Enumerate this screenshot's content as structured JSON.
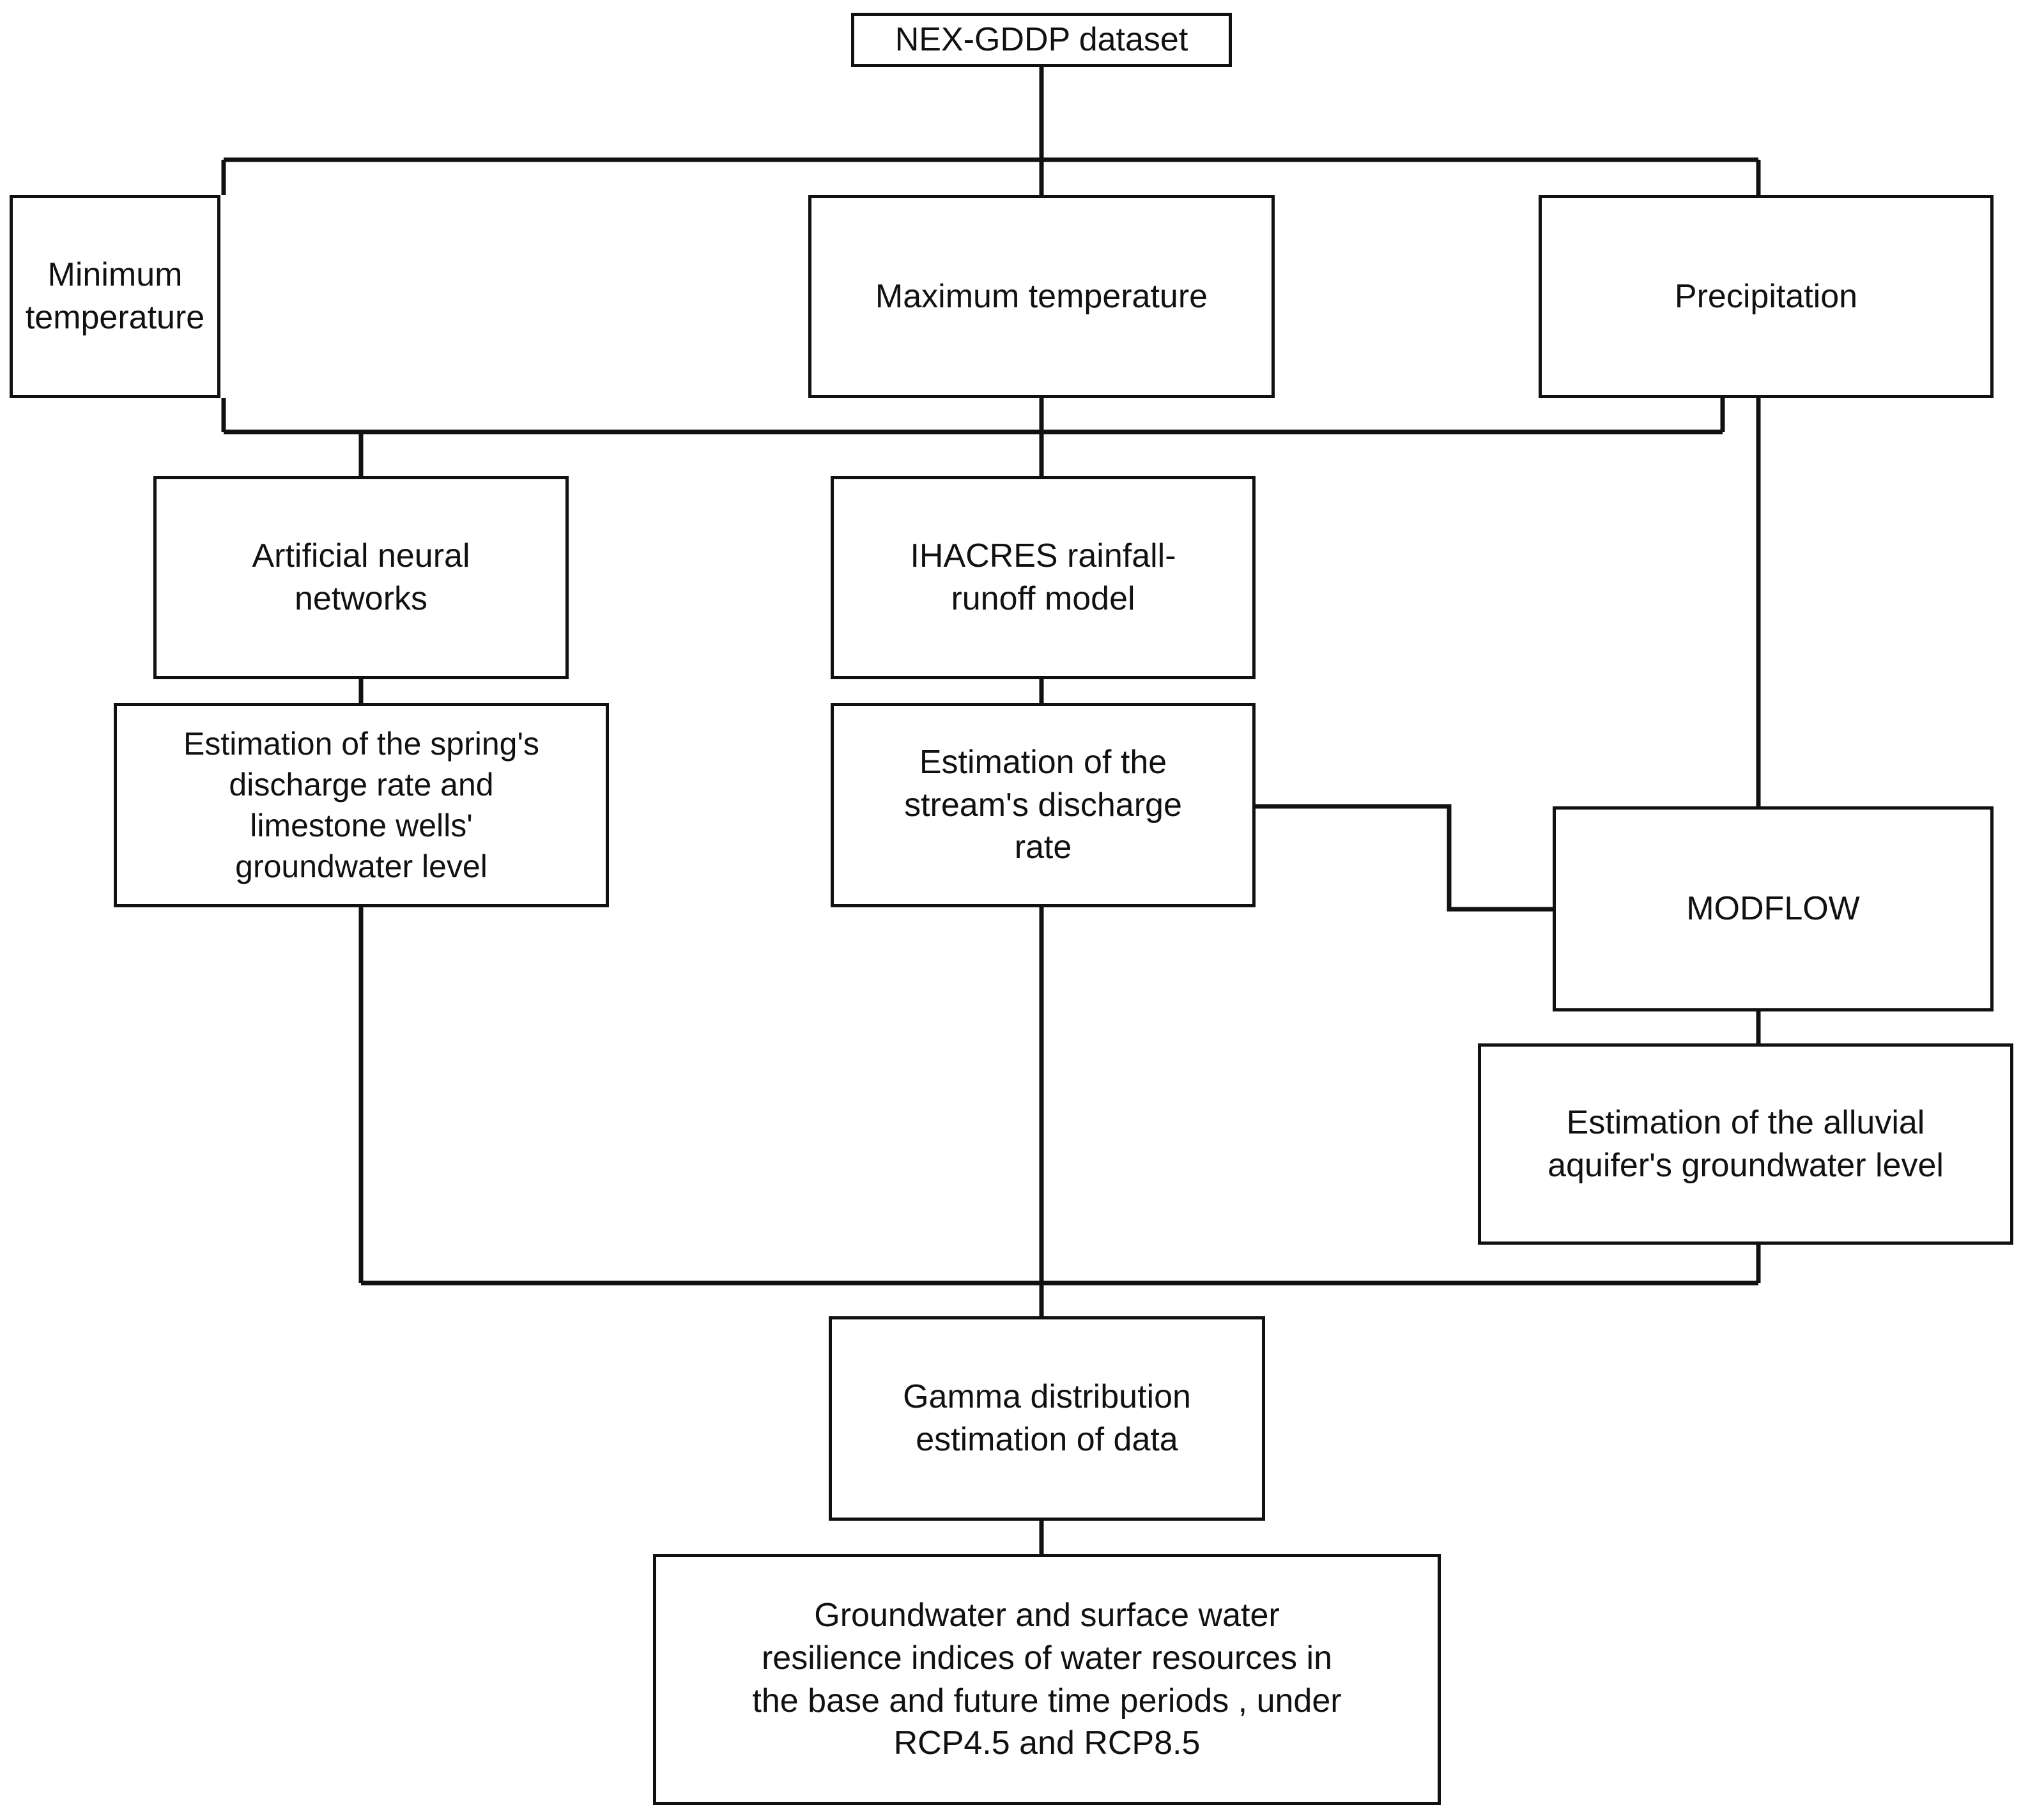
{
  "diagram": {
    "title": "Water resources modelling workflow flowchart",
    "background_color": "#ffffff",
    "line_color": "#111111",
    "text_color": "#111111",
    "nodes": {
      "dataset": "NEX-GDDP dataset",
      "min_temp": "Minimum temperature",
      "max_temp": "Maximum temperature",
      "precipitation": "Precipitation",
      "ann": "Artificial neural\nnetworks",
      "ihacres": "IHACRES rainfall-\nrunoff model",
      "spring_estimation": "Estimation of the spring's\ndischarge rate and\nlimestone wells'\ngroundwater level",
      "stream_estimation": "Estimation of the\nstream's discharge\nrate",
      "modflow": "MODFLOW",
      "alluvial_estimation": "Estimation of the alluvial\naquifer's groundwater level",
      "gamma": "Gamma distribution\nestimation of data",
      "resilience": "Groundwater and surface water\nresilience indices of water resources in\nthe base and future time periods , under\nRCP4.5 and RCP8.5"
    }
  }
}
